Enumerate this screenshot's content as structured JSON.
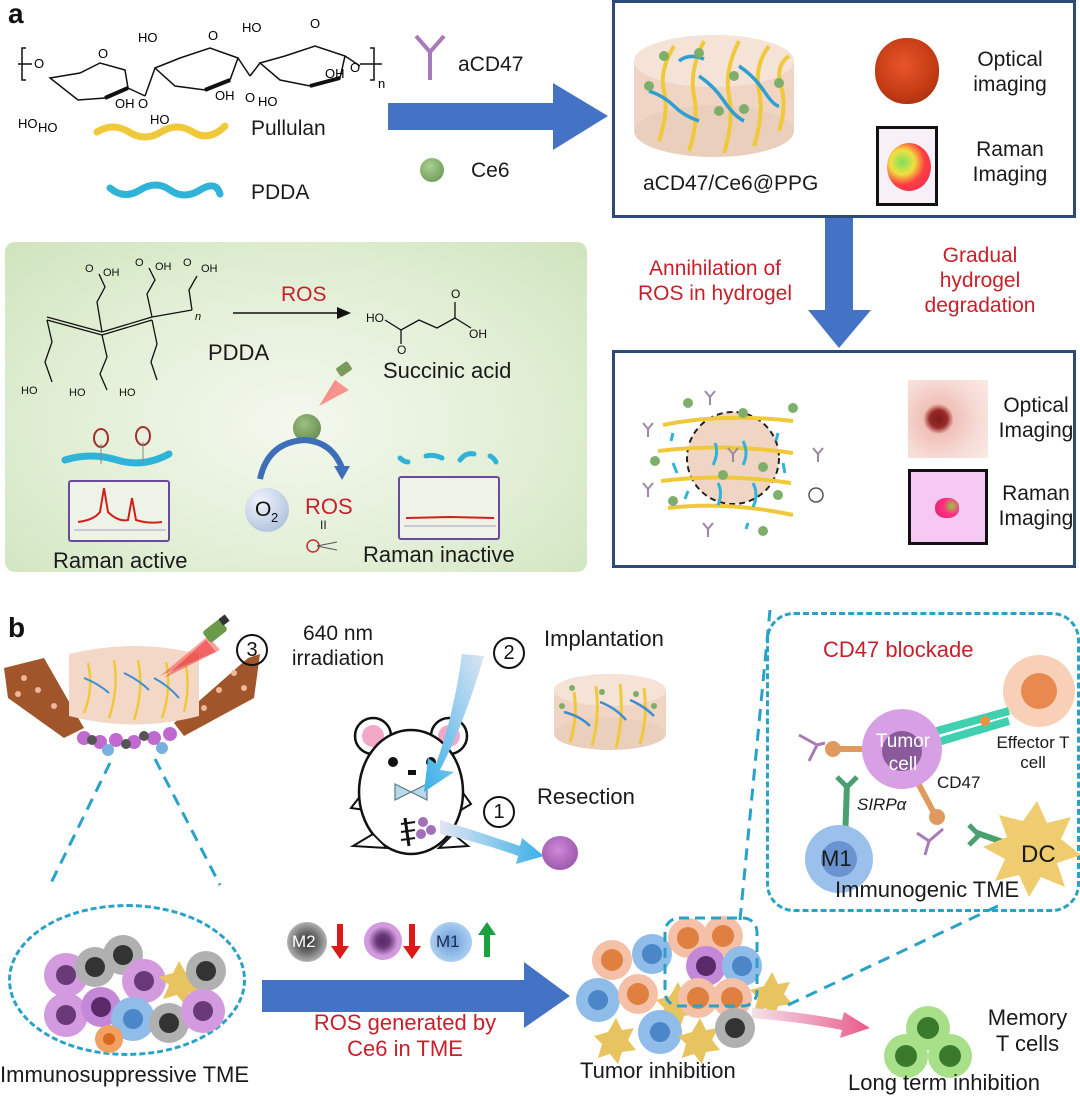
{
  "panel_a": {
    "letter": "a",
    "legend": {
      "pullulan": "Pullulan",
      "pdda": "PDDA",
      "acd47": "aCD47",
      "ce6": "Ce6",
      "polymer_repeat": "n"
    },
    "hydrogel_box": {
      "name": "aCD47/Ce6@PPG",
      "optical_label_1": "Optical",
      "optical_label_2": "imaging",
      "raman_label_1": "Raman",
      "raman_label_2": "Imaging"
    },
    "transition": {
      "left_label_1": "Annihilation of",
      "left_label_2": "ROS in hydrogel",
      "right_label_1": "Gradual",
      "right_label_2": "hydrogel",
      "right_label_3": "degradation"
    },
    "degraded_box": {
      "optical_label_1": "Optical",
      "optical_label_2": "Imaging",
      "raman_label_1": "Raman",
      "raman_label_2": "Imaging"
    },
    "mechanism": {
      "reactant": "PDDA",
      "arrow_label": "ROS",
      "product": "Succinic acid",
      "oxygen": "O",
      "oxygen_sub": "2",
      "ros_generated": "ROS",
      "equals": "II",
      "raman_active": "Raman active",
      "raman_inactive": "Raman inactive",
      "chem_labels": {
        "oh": "OH",
        "ho": "HO",
        "o": "O",
        "n": "n"
      }
    }
  },
  "panel_b": {
    "letter": "b",
    "steps": [
      {
        "number": "3",
        "label_1": "640 nm",
        "label_2": "irradiation"
      },
      {
        "number": "2",
        "label_1": "Implantation"
      },
      {
        "number": "1",
        "label_1": "Resection"
      }
    ],
    "immunogenic": {
      "title": "CD47 blockade",
      "tumor_cell_1": "Tumor",
      "tumor_cell_2": "cell",
      "effector_1": "Effector T",
      "effector_2": "cell",
      "cd47": "CD47",
      "sirpa": "SIRPα",
      "m1": "M1",
      "dc": "DC",
      "caption": "Immunogenic TME"
    },
    "transition": {
      "m2": "M2",
      "m1": "M1",
      "label_1": "ROS generated by",
      "label_2": "Ce6 in TME",
      "changes": [
        {
          "cell": "M2",
          "direction": "down"
        },
        {
          "cell": "tumor",
          "direction": "down"
        },
        {
          "cell": "M1",
          "direction": "up"
        }
      ]
    },
    "captions": {
      "immunosuppressive": "Immunosuppressive TME",
      "tumor_inhibition": "Tumor inhibition",
      "memory_1": "Memory",
      "memory_2": "T cells",
      "long_term": "Long term inhibition"
    }
  },
  "colors": {
    "arrow_blue": "#4472c4",
    "box_border": "#2e4a7a",
    "label_red": "#c8202a",
    "pullulan_yellow": "#f0c93a",
    "pdda_cyan": "#2fb3d8",
    "dash_cyan": "#2aa2c8",
    "ce6_green": "#7fae6a",
    "antibody_purple": "#a77bb8"
  }
}
